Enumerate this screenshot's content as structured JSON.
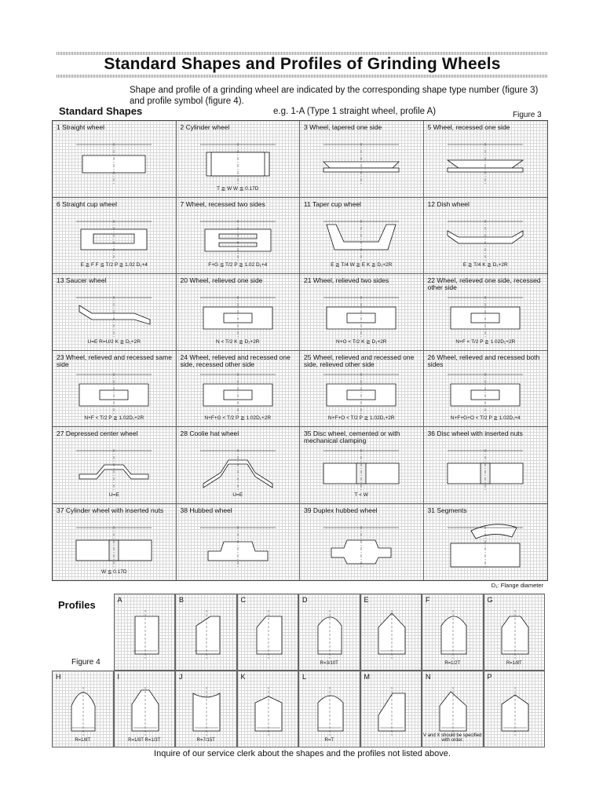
{
  "title": "Standard Shapes and Profiles of Grinding Wheels",
  "intro": "Shape and profile of a grinding wheel are indicated by the corresponding shape type number (figure 3) and profile symbol (figure 4).",
  "standard_shapes_label": "Standard Shapes",
  "example": "e.g. 1-A (Type 1 straight wheel, profile A)",
  "figure3_label": "Figure 3",
  "shapes": [
    {
      "caption": "1 Straight wheel",
      "note": ""
    },
    {
      "caption": "2 Cylinder wheel",
      "note": "T ≧ W   W ≦ 0.17D"
    },
    {
      "caption": "3 Wheel, tapered one side",
      "note": ""
    },
    {
      "caption": "5 Wheel, recessed one side",
      "note": ""
    },
    {
      "caption": "6 Straight cup wheel",
      "note": "E ≧ F   F ≦ T/2   P ≧ 1.02 D₁+4"
    },
    {
      "caption": "7 Wheel, recessed two sides",
      "note": "F+G ≦ T/2   P ≧ 1.02 D₁+4"
    },
    {
      "caption": "11 Taper cup wheel",
      "note": "E ≧ T/4   W ≧ E   K ≧ D₁+2R"
    },
    {
      "caption": "12 Dish wheel",
      "note": "E ≧ T/4   K ≧ D₁+2R"
    },
    {
      "caption": "13 Saucer wheel",
      "note": "U=E   R=U/2   K ≧ D₁+2R"
    },
    {
      "caption": "20 Wheel, relieved one side",
      "note": "N < T/2   K ≧ D₁+2R"
    },
    {
      "caption": "21 Wheel, relieved two sides",
      "note": "N+O < T/2   K ≧ D₁+2R"
    },
    {
      "caption": "22 Wheel, relieved one side, recessed other side",
      "note": "N+F < T/2   P ≧ 1.02D₁+2R"
    },
    {
      "caption": "23 Wheel, relieved and recessed same side",
      "note": "N+F < T/2   P ≧ 1.02D₁+2R"
    },
    {
      "caption": "24 Wheel, relieved and recessed one side, recessed other side",
      "note": "N+F+G < T/2   P ≧ 1.02D₁+2R"
    },
    {
      "caption": "25 Wheel, relieved and recessed one side, relieved other side",
      "note": "N+F+O < T/2   P ≧ 1.02D₁+2R"
    },
    {
      "caption": "26 Wheel, relieved and recessed both sides",
      "note": "N+F+G+O < T/2   P ≧ 1.02D₁+4"
    },
    {
      "caption": "27 Depressed center wheel",
      "note": "U=E"
    },
    {
      "caption": "28 Coolie hat wheel",
      "note": "U=E"
    },
    {
      "caption": "35 Disc wheel, cemented or with mechanical clamping",
      "note": "T < W"
    },
    {
      "caption": "36 Disc wheel with inserted nuts",
      "note": ""
    },
    {
      "caption": "37 Cylinder wheel with inserted nuts",
      "note": "W ≦ 0.17D"
    },
    {
      "caption": "38 Hubbed wheel",
      "note": ""
    },
    {
      "caption": "39 Duplex hubbed wheel",
      "note": ""
    },
    {
      "caption": "31 Segments",
      "note": ""
    }
  ],
  "flange_note": "D₁: Flange diameter",
  "profiles_label": "Profiles",
  "figure4_label": "Figure 4",
  "profiles": [
    {
      "letter": "A",
      "note": ""
    },
    {
      "letter": "B",
      "note": ""
    },
    {
      "letter": "C",
      "note": ""
    },
    {
      "letter": "D",
      "note": "R=3/10T"
    },
    {
      "letter": "E",
      "note": ""
    },
    {
      "letter": "F",
      "note": "R=1/2T"
    },
    {
      "letter": "G",
      "note": "R=1/8T"
    },
    {
      "letter": "H",
      "note": "R=1/8T"
    },
    {
      "letter": "I",
      "note": "R=1/8T  R=1/3T"
    },
    {
      "letter": "J",
      "note": "R=7/15T"
    },
    {
      "letter": "K",
      "note": ""
    },
    {
      "letter": "L",
      "note": "R=T"
    },
    {
      "letter": "M",
      "note": ""
    },
    {
      "letter": "N",
      "note": "V and X should be specified with order."
    },
    {
      "letter": "P",
      "note": ""
    }
  ],
  "footer": "Inquire of our service clerk about the shapes and the profiles not listed above.",
  "colors": {
    "ink": "#111111",
    "grid": "#d8d8d8",
    "border": "#666666"
  }
}
